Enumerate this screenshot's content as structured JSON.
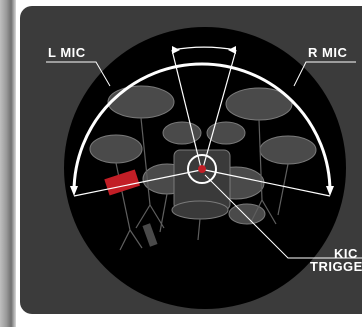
{
  "labels": {
    "left_mic": "L MIC",
    "right_mic": "R MIC",
    "kick_trigger_line1": "KIC",
    "kick_trigger_line2": "TRIGGE"
  },
  "colors": {
    "panel": "#3b3b3b",
    "circle": "#000000",
    "lines": "#ffffff",
    "drum": "#595959",
    "highlight": "#c21e26"
  }
}
